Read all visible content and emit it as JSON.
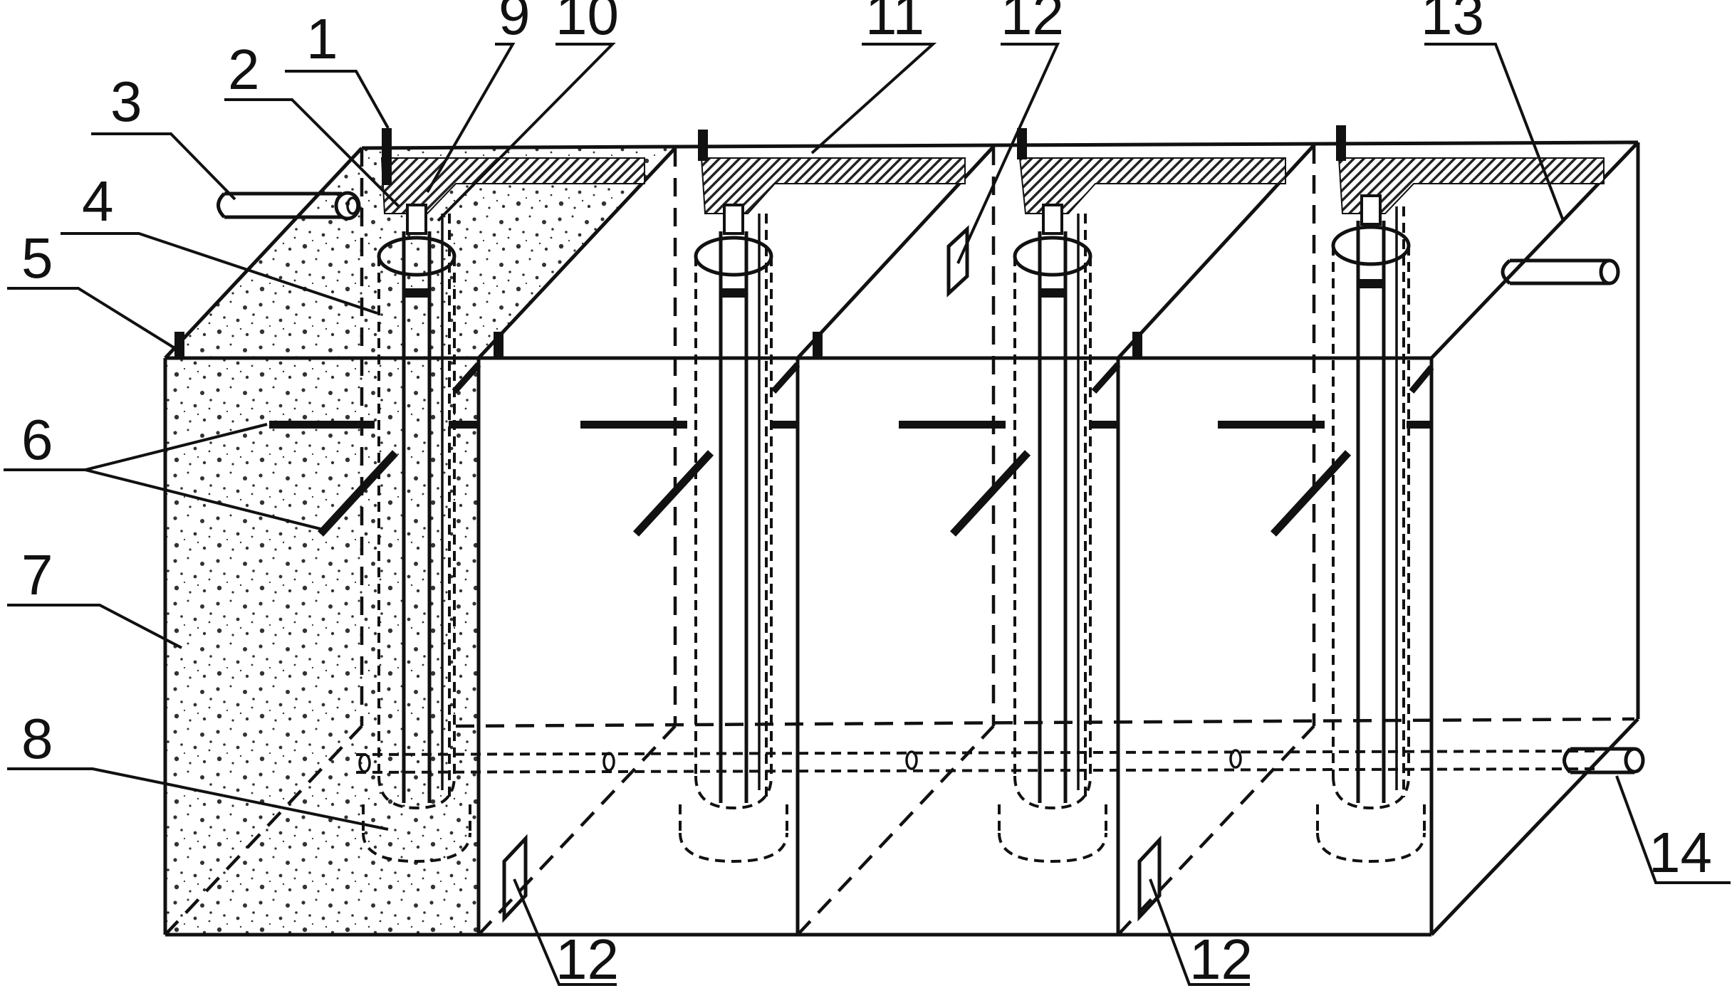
{
  "labels": {
    "l1": "1",
    "l2": "2",
    "l3": "3",
    "l4": "4",
    "l5": "5",
    "l6": "6",
    "l7": "7",
    "l8": "8",
    "l9": "9",
    "l10": "10",
    "l11": "11",
    "l12_top": "12",
    "l12_bottom_left": "12",
    "l12_bottom_right": "12",
    "l13": "13",
    "l14": "14"
  },
  "colors": {
    "line": "#111111",
    "background": "#ffffff",
    "hatch": "#222222",
    "speckle": "#333333"
  }
}
